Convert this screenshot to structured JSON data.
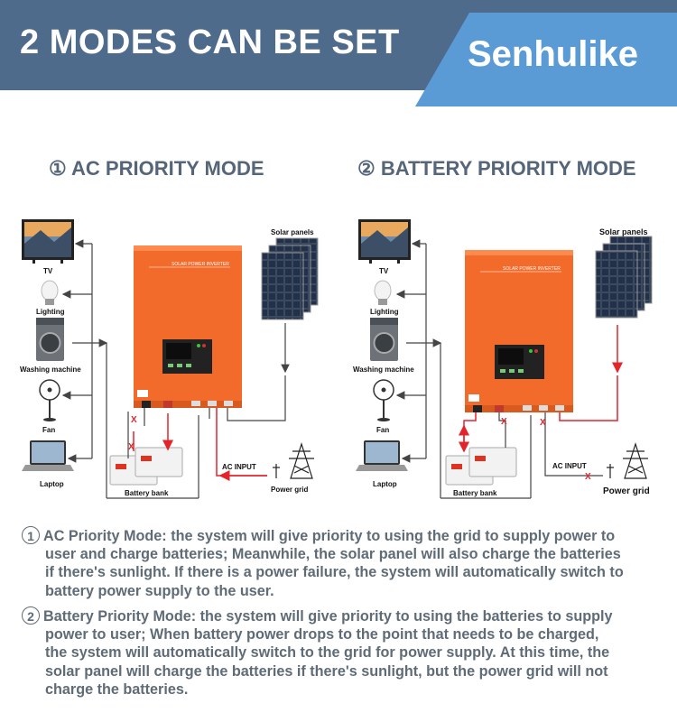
{
  "header": {
    "title": "2 MODES CAN BE SET",
    "brand": "Senhulike",
    "colors": {
      "dark": "#4e6b8c",
      "light": "#5b9bd5"
    }
  },
  "modes": [
    {
      "title": "① AC PRIORITY MODE",
      "loads": [
        "TV",
        "Lighting",
        "Washing machine",
        "Fan",
        "Laptop"
      ],
      "solar_label": "Solar panels",
      "battery_label": "Battery bank",
      "ac_input_label": "AC INPUT",
      "grid_label": "Power grid",
      "inverter_label": "SOLAR POWER INVERTER"
    },
    {
      "title": "② BATTERY PRIORITY MODE",
      "loads": [
        "TV",
        "Lighting",
        "Washing machine",
        "Fan",
        "Laptop"
      ],
      "solar_label": "Solar panels",
      "battery_label": "Battery bank",
      "ac_input_label": "AC INPUT",
      "grid_label": "Power grid",
      "inverter_label": "SOLAR POWER INVERTER"
    }
  ],
  "descriptions": [
    {
      "number": "1",
      "lines": [
        "AC Priority Mode: the system will give priority to using the grid to supply power to",
        "user and charge batteries; Meanwhile, the solar panel will also charge the batteries",
        "if there's sunlight. If there is a power failure, the system will automatically switch to",
        "battery power supply to the user."
      ]
    },
    {
      "number": "2",
      "lines": [
        "Battery Priority Mode: the system will give priority to using the batteries to supply",
        "power to user; When battery power drops to the point that needs to be charged,",
        "the system will automatically switch to the grid for power supply. At this time, the",
        "solar panel will charge the batteries if there's sunlight, but the power grid will not",
        "charge the batteries."
      ]
    }
  ],
  "colors": {
    "inverter": "#f26b2a",
    "flow_red": "#e3242b",
    "line_gray": "#444444",
    "panel": "#1c2533"
  }
}
